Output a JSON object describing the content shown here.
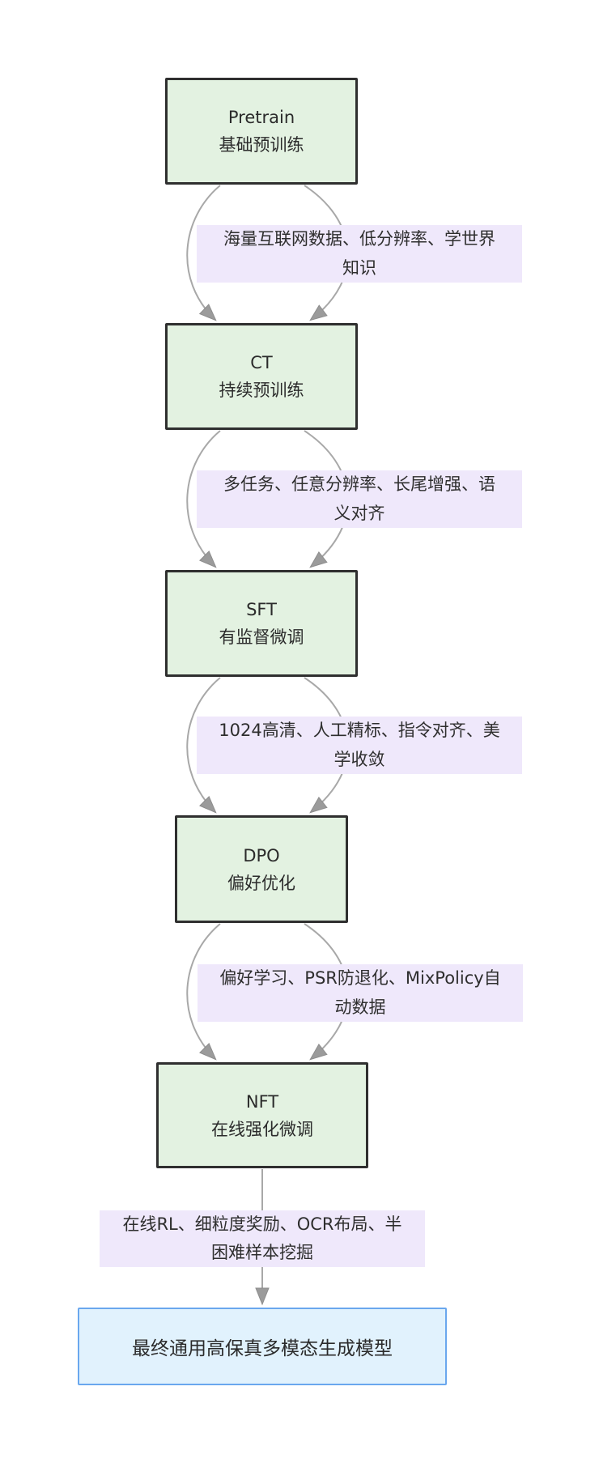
{
  "diagram": {
    "type": "flowchart",
    "direction": "top-down",
    "nodes": [
      {
        "id": "pretrain",
        "title": "Pretrain",
        "subtitle": "基础预训练",
        "kind": "stage"
      },
      {
        "id": "ct",
        "title": "CT",
        "subtitle": "持续预训练",
        "kind": "stage"
      },
      {
        "id": "sft",
        "title": "SFT",
        "subtitle": "有监督微调",
        "kind": "stage"
      },
      {
        "id": "dpo",
        "title": "DPO",
        "subtitle": "偏好优化",
        "kind": "stage"
      },
      {
        "id": "nft",
        "title": "NFT",
        "subtitle": "在线强化微调",
        "kind": "stage"
      },
      {
        "id": "final",
        "title": "最终通用高保真多模态生成模型",
        "kind": "result"
      }
    ],
    "edges": [
      {
        "from": "pretrain",
        "to": "ct",
        "label": "海量互联网数据、低分辨率、学世界知识",
        "lines": [
          "海量互联网数据、低分辨率、学世界",
          "知识"
        ]
      },
      {
        "from": "ct",
        "to": "sft",
        "label": "多任务、任意分辨率、长尾增强、语义对齐",
        "lines": [
          "多任务、任意分辨率、长尾增强、语",
          "义对齐"
        ]
      },
      {
        "from": "sft",
        "to": "dpo",
        "label": "1024高清、人工精标、指令对齐、美学收敛",
        "lines": [
          "1024高清、人工精标、指令对齐、美",
          "学收敛"
        ]
      },
      {
        "from": "dpo",
        "to": "nft",
        "label": "偏好学习、PSR防退化、MixPolicy自动数据",
        "lines": [
          "偏好学习、PSR防退化、MixPolicy自",
          "动数据"
        ]
      },
      {
        "from": "nft",
        "to": "final",
        "label": "在线RL、细粒度奖励、OCR布局、半困难样本挖掘",
        "lines": [
          "在线RL、细粒度奖励、OCR布局、半",
          "困难样本挖掘"
        ]
      }
    ],
    "colors": {
      "stage_fill": "#e3f2e1",
      "stage_border": "#2f2f2f",
      "result_fill": "#e1f2fd",
      "result_border": "#6aa7ee",
      "edge_label_bg": "#efe8fb",
      "edge_line": "#a8a8a8",
      "arrowhead": "#9b9b9b",
      "text": "#2b2b2b"
    }
  }
}
